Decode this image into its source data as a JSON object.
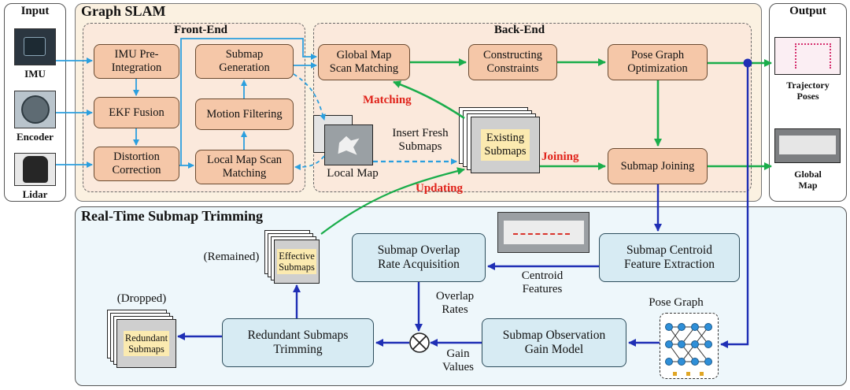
{
  "panels": {
    "input": "Input",
    "output": "Output",
    "graph_slam": "Graph SLAM",
    "front_end": "Front-End",
    "back_end": "Back-End",
    "trimming": "Real-Time Submap Trimming"
  },
  "sensors": {
    "imu": "IMU",
    "encoder": "Encoder",
    "lidar": "Lidar"
  },
  "front_end": {
    "imu_preint_1": "IMU Pre-",
    "imu_preint_2": "Integration",
    "ekf": "EKF Fusion",
    "distortion_1": "Distortion",
    "distortion_2": "Correction",
    "submap_gen_1": "Submap",
    "submap_gen_2": "Generation",
    "motion": "Motion Filtering",
    "local_scan_1": "Local Map Scan",
    "local_scan_2": "Matching"
  },
  "back_end": {
    "global_scan_1": "Global Map",
    "global_scan_2": "Scan Matching",
    "constraints_1": "Constructing",
    "constraints_2": "Constraints",
    "pgo_1": "Pose Graph",
    "pgo_2": "Optimization",
    "joining": "Submap Joining"
  },
  "middle": {
    "local_map": "Local Map",
    "insert_1": "Insert Fresh",
    "insert_2": "Submaps",
    "existing_1": "Existing",
    "existing_2": "Submaps",
    "matching": "Matching",
    "joining": "Joining",
    "updating": "Updating"
  },
  "outputs": {
    "traj_1": "Trajectory",
    "traj_2": "Poses",
    "global_1": "Global",
    "global_2": "Map"
  },
  "trimming": {
    "centroid_1": "Submap Centroid",
    "centroid_2": "Feature Extraction",
    "overlap_1": "Submap Overlap",
    "overlap_2": "Rate Acquisition",
    "centroid_feat_1": "Centroid",
    "centroid_feat_2": "Features",
    "overlap_rates_1": "Overlap",
    "overlap_rates_2": "Rates",
    "pose_graph": "Pose Graph",
    "gain_model_1": "Submap Observation",
    "gain_model_2": "Gain Model",
    "gain_values_1": "Gain",
    "gain_values_2": "Values",
    "redundant_trim_1": "Redundant Submaps",
    "redundant_trim_2": "Trimming",
    "remained": "(Remained)",
    "effective_1": "Effective",
    "effective_2": "Submaps",
    "dropped": "(Dropped)",
    "redundant_1": "Redundant",
    "redundant_2": "Submaps"
  }
}
